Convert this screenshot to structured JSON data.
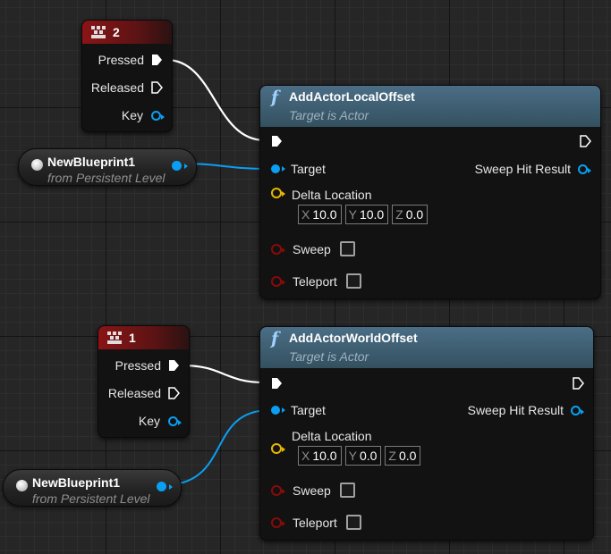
{
  "key_events": [
    {
      "key": "2",
      "pins": {
        "pressed": "Pressed",
        "released": "Released",
        "key": "Key"
      }
    },
    {
      "key": "1",
      "pins": {
        "pressed": "Pressed",
        "released": "Released",
        "key": "Key"
      }
    }
  ],
  "variables": [
    {
      "name": "NewBlueprint1",
      "sub": "from Persistent Level"
    },
    {
      "name": "NewBlueprint1",
      "sub": "from Persistent Level"
    }
  ],
  "functions": [
    {
      "title": "AddActorLocalOffset",
      "subtitle": "Target is Actor",
      "pins": {
        "target": "Target",
        "sweep_hit": "Sweep Hit Result",
        "delta": "Delta Location",
        "sweep": "Sweep",
        "teleport": "Teleport"
      },
      "delta": {
        "x_label": "X",
        "x": "10.0",
        "y_label": "Y",
        "y": "10.0",
        "z_label": "Z",
        "z": "0.0"
      }
    },
    {
      "title": "AddActorWorldOffset",
      "subtitle": "Target is Actor",
      "pins": {
        "target": "Target",
        "sweep_hit": "Sweep Hit Result",
        "delta": "Delta Location",
        "sweep": "Sweep",
        "teleport": "Teleport"
      },
      "delta": {
        "x_label": "X",
        "x": "10.0",
        "y_label": "Y",
        "y": "0.0",
        "z_label": "Z",
        "z": "0.0"
      }
    }
  ],
  "colors": {
    "background": "#262626",
    "event_header": "#8a1416",
    "function_header": "#4b6e86",
    "exec_wire": "#ffffff",
    "object_pin": "#0a9ff2",
    "vector_pin": "#e7b800",
    "bool_pin": "#8a0a0a"
  },
  "icons": {
    "event": "keyboard-icon",
    "function": "function-f-icon",
    "variable": "sphere-icon"
  }
}
